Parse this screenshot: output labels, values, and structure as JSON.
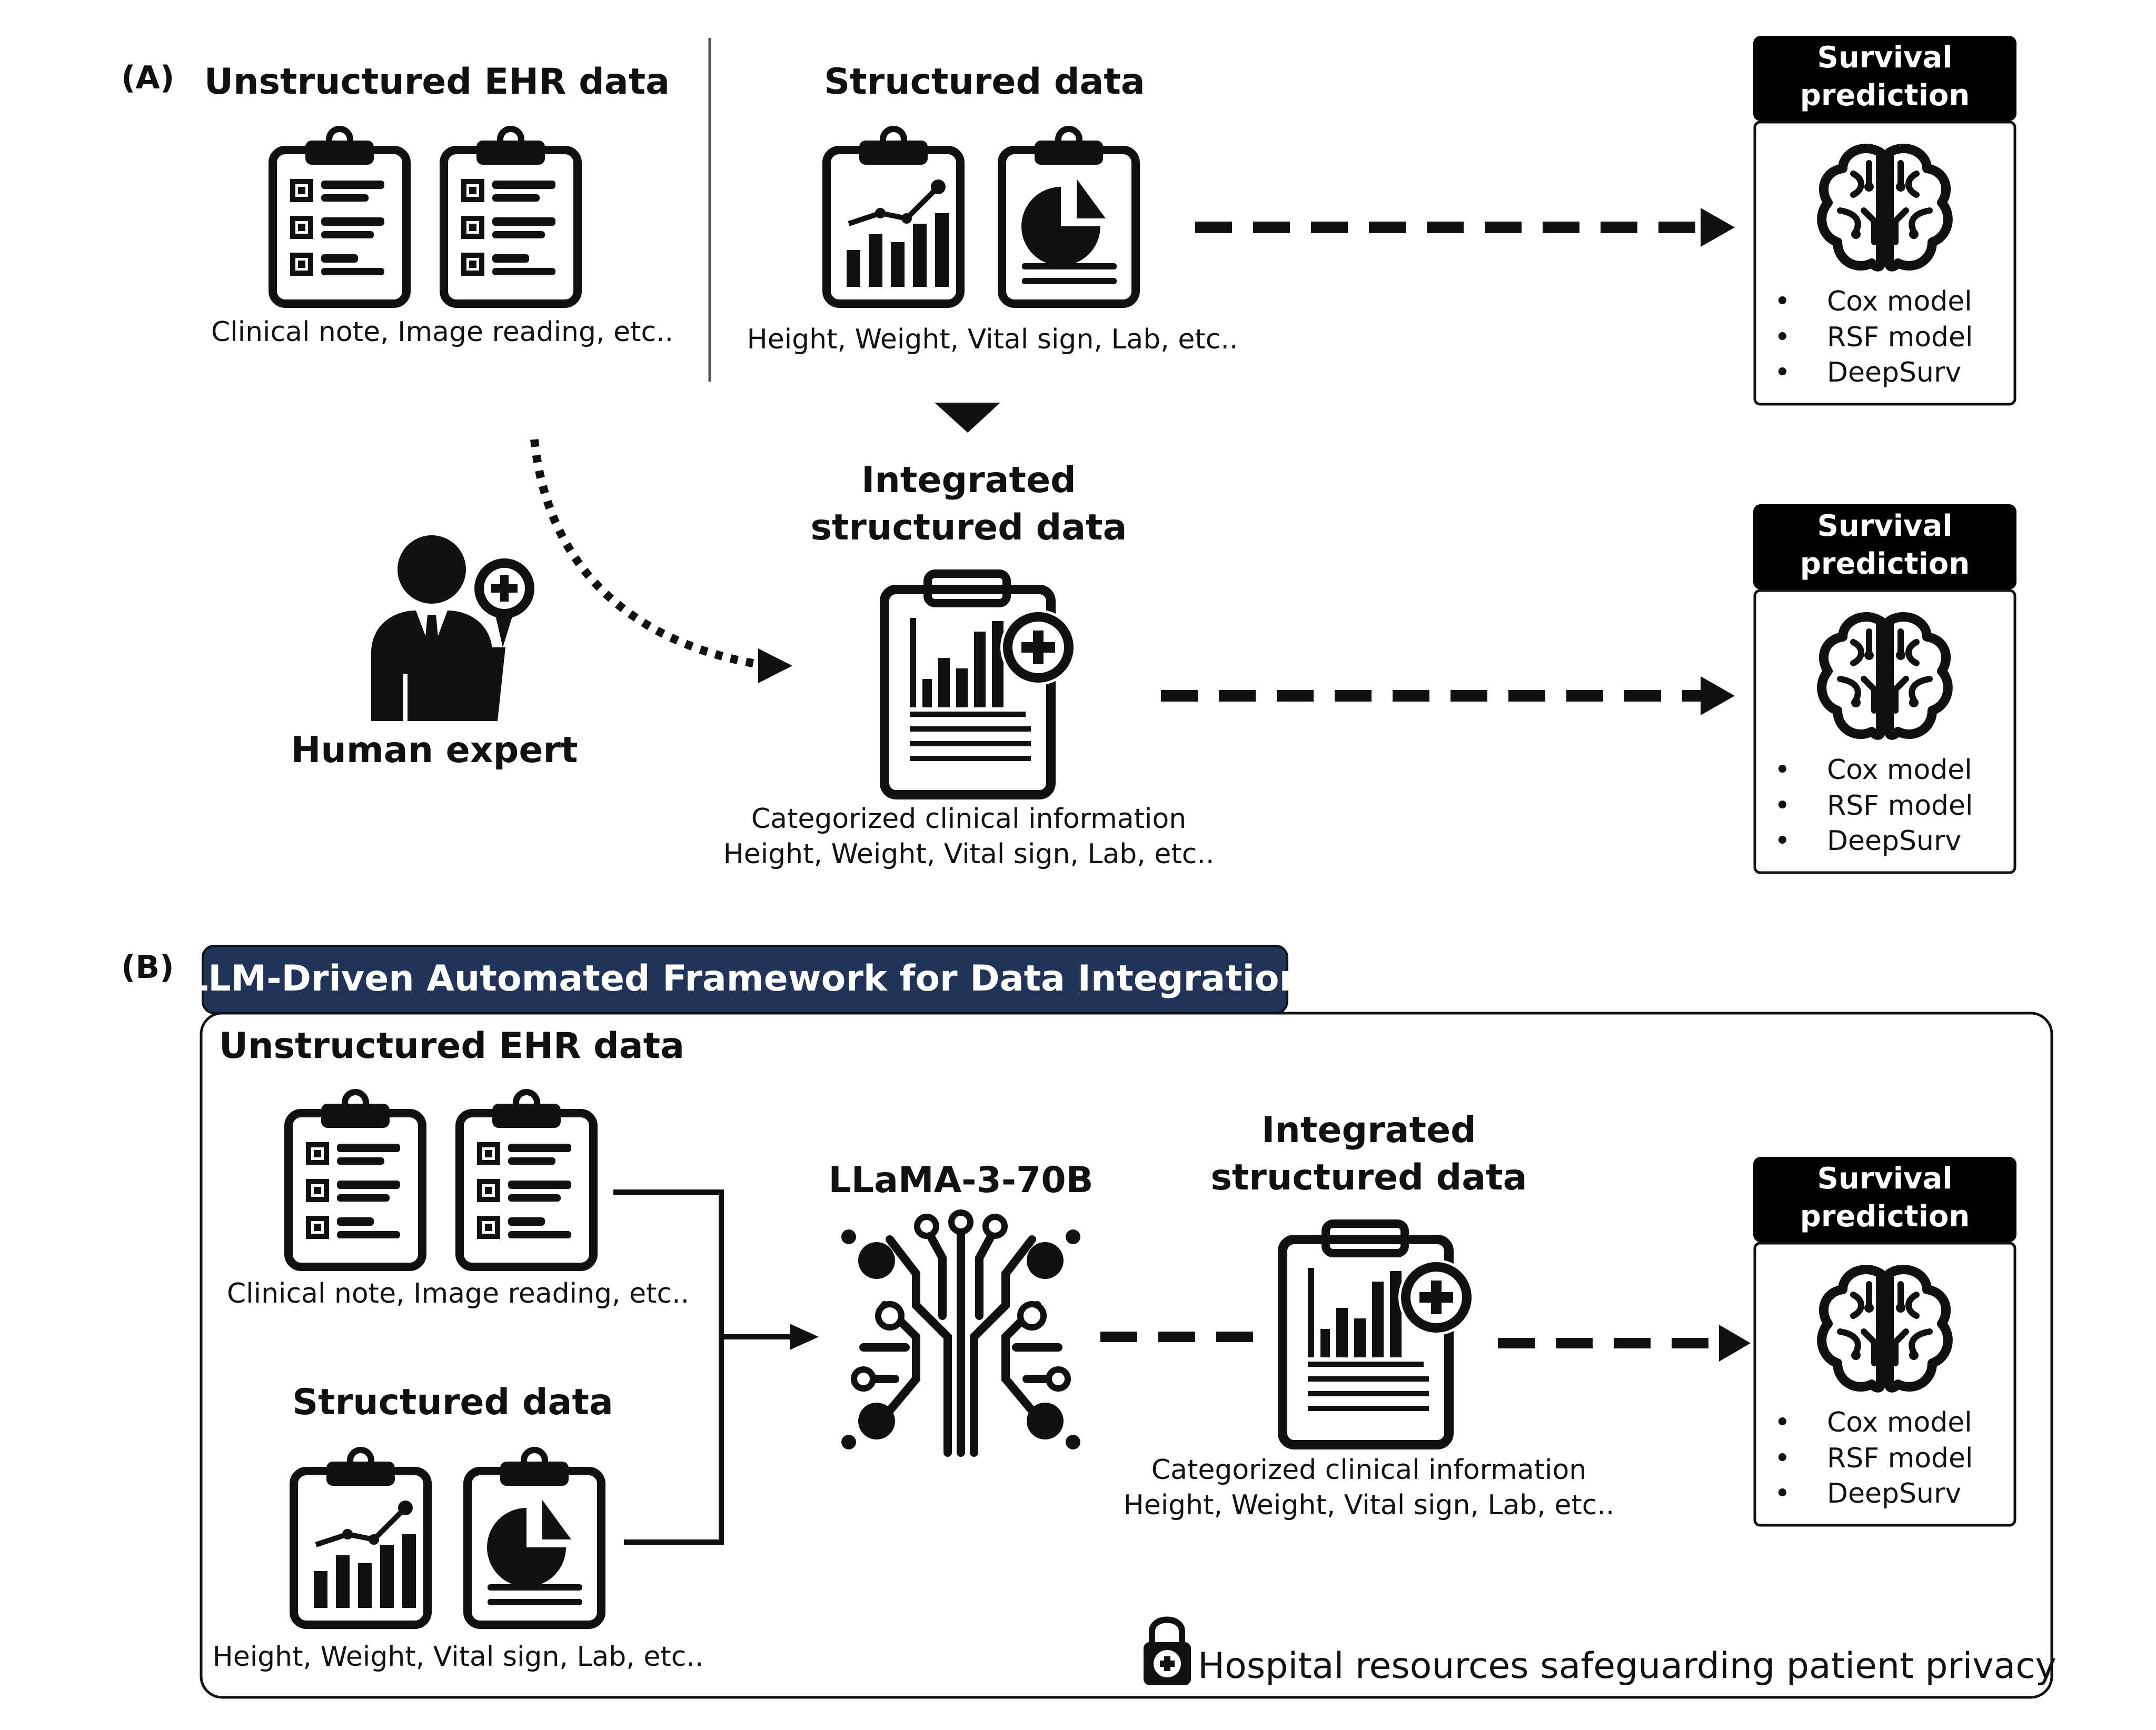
{
  "panel_a": {
    "tag": "(A)",
    "unstructured": {
      "title": "Unstructured EHR data",
      "caption": "Clinical note, Image reading, etc.."
    },
    "structured": {
      "title": "Structured data",
      "caption": "Height, Weight, Vital sign, Lab, etc.."
    },
    "integrated": {
      "title_line1": "Integrated",
      "title_line2": "structured data",
      "caption_line1": "Categorized clinical information",
      "caption_line2": "Height, Weight, Vital sign, Lab, etc.."
    },
    "expert": {
      "label": "Human expert"
    },
    "survival_1": {
      "header_line1": "Survival",
      "header_line2": "prediction",
      "models": [
        "Cox model",
        "RSF model",
        "DeepSurv"
      ]
    },
    "survival_2": {
      "header_line1": "Survival",
      "header_line2": "prediction",
      "models": [
        "Cox model",
        "RSF model",
        "DeepSurv"
      ]
    }
  },
  "panel_b": {
    "tag": "(B)",
    "banner": "LLM-Driven Automated Framework for Data Integration",
    "unstructured": {
      "title": "Unstructured EHR data",
      "caption": "Clinical note, Image reading, etc.."
    },
    "structured": {
      "title": "Structured data",
      "caption": "Height, Weight, Vital sign, Lab, etc.."
    },
    "llm": {
      "label": "LLaMA-3-70B"
    },
    "integrated": {
      "title_line1": "Integrated",
      "title_line2": "structured data",
      "caption_line1": "Categorized clinical information",
      "caption_line2": "Height, Weight, Vital sign, Lab, etc.."
    },
    "survival": {
      "header_line1": "Survival",
      "header_line2": "prediction",
      "models": [
        "Cox model",
        "RSF model",
        "DeepSurv"
      ]
    },
    "privacy": "Hospital resources safeguarding patient privacy"
  },
  "colors": {
    "ink": "#111111",
    "banner": "#1f3458",
    "header": "#000000"
  }
}
